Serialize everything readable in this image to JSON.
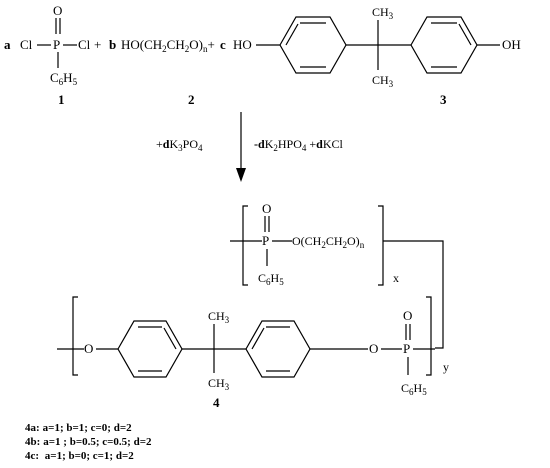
{
  "reactants": {
    "coef_a": "a",
    "coef_b": "b",
    "coef_c": "c",
    "cl_left": "Cl",
    "cl_right": "Cl",
    "phosphorus": "P",
    "oxygen": "O",
    "phenyl_c": "C",
    "phenyl_sub": "6",
    "phenyl_h": "H",
    "plus1": "+",
    "plus2": "+",
    "peg_text": "HO(CH",
    "peg_sub1": "2",
    "peg_mid": "CH",
    "peg_sub2": "2",
    "peg_end": "O)",
    "peg_n": "n",
    "bpa_ho_left": "HO",
    "bpa_oh_right": "OH",
    "ch3_top": "CH",
    "ch3_top_sub": "3",
    "ch3_bottom": "CH",
    "ch3_bottom_sub": "3",
    "num1": "1",
    "num2": "2",
    "num3": "3"
  },
  "conditions": {
    "left_prefix": "+",
    "left_coef": "d",
    "left_main": "K",
    "left_sub": "3",
    "left_tail": "PO",
    "left_sub2": "4",
    "right_prefix": "-",
    "right_coef": "d",
    "right_main": "K",
    "right_sub": "2",
    "right_tail": "HPO",
    "right_sub2": "4",
    "right_plus": "+",
    "right_coef2": "d",
    "right_kcl": "KCl"
  },
  "product": {
    "upper_p": "P",
    "upper_o": "O",
    "upper_chain": "O(CH",
    "upper_sub1": "2",
    "upper_mid": "CH",
    "upper_sub2": "2",
    "upper_end": "O)",
    "upper_n": "n",
    "upper_phenyl_c": "C",
    "upper_phenyl_sub": "6",
    "upper_phenyl_h": "H",
    "upper_phenyl_sub2": "5",
    "x_label": "x",
    "lower_o_left": "O",
    "lower_o_right": "O",
    "lower_p": "P",
    "lower_o_top": "O",
    "ch3_top": "CH",
    "ch3_top_sub": "3",
    "ch3_bottom": "CH",
    "ch3_bottom_sub": "3",
    "lower_phenyl_c": "C",
    "lower_phenyl_sub": "6",
    "lower_phenyl_h": "H",
    "lower_phenyl_sub2": "5",
    "y_label": "y",
    "num4": "4"
  },
  "legend": [
    {
      "id": "4a:",
      "text": "a=1; b=1; c=0;  d=2"
    },
    {
      "id": "4b:",
      "text": "a=1 ; b=0.5; c=0.5;  d=2"
    },
    {
      "id": "4c:",
      "text": " a=1;  b=0; c=1; d=2"
    }
  ]
}
